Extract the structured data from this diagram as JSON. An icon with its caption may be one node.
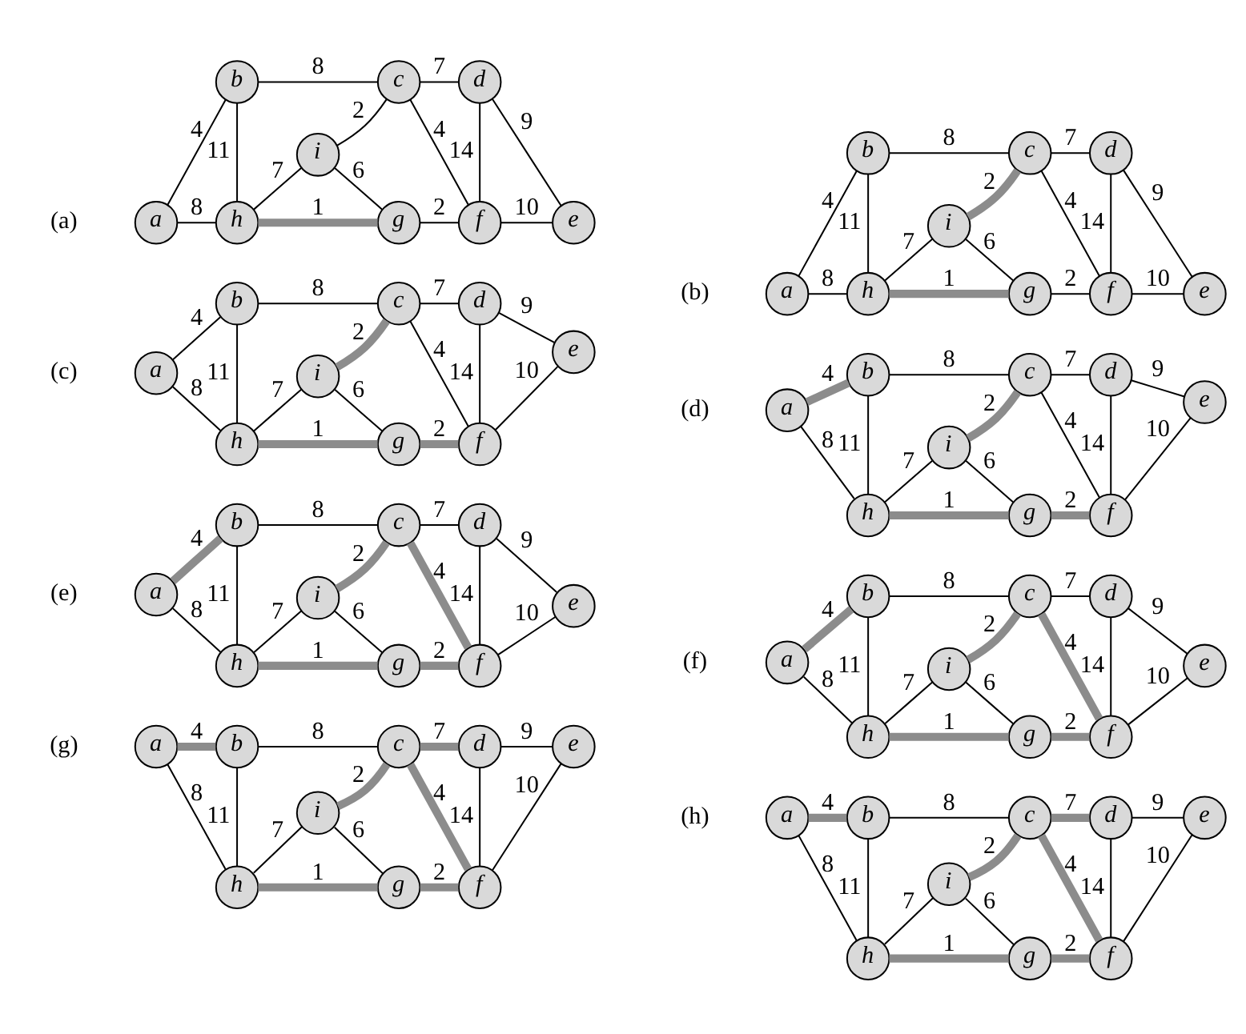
{
  "diagram": {
    "nodes": [
      {
        "text": [
          "a"
        ]
      },
      {
        "text": [
          "b"
        ]
      },
      {
        "text": [
          "c"
        ]
      },
      {
        "text": [
          "d"
        ]
      },
      {
        "text": [
          "e"
        ]
      },
      {
        "text": [
          "f"
        ]
      },
      {
        "text": [
          "g"
        ]
      },
      {
        "text": [
          "h"
        ]
      },
      {
        "text": [
          "i"
        ]
      },
      {
        "text": [
          "a"
        ]
      },
      {
        "text": [
          "b"
        ]
      },
      {
        "text": [
          "c"
        ]
      },
      {
        "text": [
          "d"
        ]
      },
      {
        "text": [
          "e"
        ]
      },
      {
        "text": [
          "f"
        ]
      },
      {
        "text": [
          "g"
        ]
      },
      {
        "text": [
          "h"
        ]
      },
      {
        "text": [
          "i"
        ]
      },
      {
        "text": [
          "a"
        ]
      },
      {
        "text": [
          "b"
        ]
      },
      {
        "text": [
          "c"
        ]
      },
      {
        "text": [
          "d"
        ]
      },
      {
        "text": [
          "e"
        ]
      },
      {
        "text": [
          "f"
        ]
      },
      {
        "text": [
          "g"
        ]
      },
      {
        "text": [
          "h"
        ]
      },
      {
        "text": [
          "i"
        ]
      },
      {
        "text": [
          "a"
        ]
      },
      {
        "text": [
          "b"
        ]
      },
      {
        "text": [
          "c"
        ]
      },
      {
        "text": [
          "d"
        ]
      },
      {
        "text": [
          "e"
        ]
      },
      {
        "text": [
          "f"
        ]
      },
      {
        "text": [
          "g"
        ]
      },
      {
        "text": [
          "h"
        ]
      },
      {
        "text": [
          "i"
        ]
      },
      {
        "text": [
          "a"
        ]
      },
      {
        "text": [
          "b"
        ]
      },
      {
        "text": [
          "c"
        ]
      },
      {
        "text": [
          "d"
        ]
      },
      {
        "text": [
          "e"
        ]
      },
      {
        "text": [
          "f"
        ]
      },
      {
        "text": [
          "g"
        ]
      },
      {
        "text": [
          "h"
        ]
      },
      {
        "text": [
          "i"
        ]
      },
      {
        "text": [
          "a"
        ]
      },
      {
        "text": [
          "b"
        ]
      },
      {
        "text": [
          "c"
        ]
      },
      {
        "text": [
          "d"
        ]
      },
      {
        "text": [
          "e"
        ]
      },
      {
        "text": [
          "f"
        ]
      },
      {
        "text": [
          "g"
        ]
      },
      {
        "text": [
          "h"
        ]
      },
      {
        "text": [
          "i"
        ]
      },
      {
        "text": [
          "a"
        ]
      },
      {
        "text": [
          "b"
        ]
      },
      {
        "text": [
          "c"
        ]
      },
      {
        "text": [
          "d"
        ]
      },
      {
        "text": [
          "e"
        ]
      },
      {
        "text": [
          "f"
        ]
      },
      {
        "text": [
          "g"
        ]
      },
      {
        "text": [
          "h"
        ]
      },
      {
        "text": [
          "i"
        ]
      },
      {
        "text": [
          "a"
        ]
      },
      {
        "text": [
          "b"
        ]
      },
      {
        "text": [
          "c"
        ]
      },
      {
        "text": [
          "d"
        ]
      },
      {
        "text": [
          "e"
        ]
      },
      {
        "text": [
          "f"
        ]
      },
      {
        "text": [
          "g"
        ]
      },
      {
        "text": [
          "h"
        ]
      },
      {
        "text": [
          "i"
        ]
      }
    ],
    "edges": [
      {
        "from": 0,
        "to": 1,
        "arrow": "none",
        "label": "4"
      },
      {
        "from": 1,
        "to": 2,
        "arrow": "none",
        "label": "8"
      },
      {
        "from": 2,
        "to": 3,
        "arrow": "none",
        "label": "7"
      },
      {
        "from": 3,
        "to": 4,
        "arrow": "none",
        "label": "9"
      },
      {
        "from": 0,
        "to": 7,
        "arrow": "none",
        "label": "8"
      },
      {
        "from": 1,
        "to": 7,
        "arrow": "none",
        "label": "11"
      },
      {
        "from": 8,
        "to": 2,
        "arrow": "none",
        "label": "2"
      },
      {
        "from": 2,
        "to": 5,
        "arrow": "none",
        "label": "4"
      },
      {
        "from": 3,
        "to": 5,
        "arrow": "none",
        "label": "14"
      },
      {
        "from": 7,
        "to": 8,
        "arrow": "none",
        "label": "7"
      },
      {
        "from": 8,
        "to": 6,
        "arrow": "none",
        "label": "6"
      },
      {
        "from": 7,
        "to": 6,
        "arrow": "none",
        "label": "1",
        "style": "thick",
        "color": "#8c8c8c"
      },
      {
        "from": 6,
        "to": 5,
        "arrow": "none",
        "label": "2"
      },
      {
        "from": 5,
        "to": 4,
        "arrow": "none",
        "label": "10"
      },
      {
        "from": 9,
        "to": 10,
        "arrow": "none",
        "label": "4"
      },
      {
        "from": 10,
        "to": 11,
        "arrow": "none",
        "label": "8"
      },
      {
        "from": 11,
        "to": 12,
        "arrow": "none",
        "label": "7"
      },
      {
        "from": 12,
        "to": 13,
        "arrow": "none",
        "label": "9"
      },
      {
        "from": 9,
        "to": 16,
        "arrow": "none",
        "label": "8"
      },
      {
        "from": 10,
        "to": 16,
        "arrow": "none",
        "label": "11"
      },
      {
        "from": 17,
        "to": 11,
        "arrow": "none",
        "label": "2",
        "style": "thick",
        "color": "#8c8c8c"
      },
      {
        "from": 11,
        "to": 14,
        "arrow": "none",
        "label": "4"
      },
      {
        "from": 12,
        "to": 14,
        "arrow": "none",
        "label": "14"
      },
      {
        "from": 16,
        "to": 17,
        "arrow": "none",
        "label": "7"
      },
      {
        "from": 17,
        "to": 15,
        "arrow": "none",
        "label": "6"
      },
      {
        "from": 16,
        "to": 15,
        "arrow": "none",
        "label": "1",
        "style": "thick",
        "color": "#8c8c8c"
      },
      {
        "from": 15,
        "to": 14,
        "arrow": "none",
        "label": "2"
      },
      {
        "from": 14,
        "to": 13,
        "arrow": "none",
        "label": "10"
      },
      {
        "from": 18,
        "to": 19,
        "arrow": "none",
        "label": "4"
      },
      {
        "from": 19,
        "to": 20,
        "arrow": "none",
        "label": "8"
      },
      {
        "from": 20,
        "to": 21,
        "arrow": "none",
        "label": "7"
      },
      {
        "from": 21,
        "to": 22,
        "arrow": "none",
        "label": "9"
      },
      {
        "from": 18,
        "to": 25,
        "arrow": "none",
        "label": "8"
      },
      {
        "from": 19,
        "to": 25,
        "arrow": "none",
        "label": "11"
      },
      {
        "from": 26,
        "to": 20,
        "arrow": "none",
        "label": "2",
        "style": "thick",
        "color": "#8c8c8c"
      },
      {
        "from": 20,
        "to": 23,
        "arrow": "none",
        "label": "4"
      },
      {
        "from": 21,
        "to": 23,
        "arrow": "none",
        "label": "14"
      },
      {
        "from": 25,
        "to": 26,
        "arrow": "none",
        "label": "7"
      },
      {
        "from": 26,
        "to": 24,
        "arrow": "none",
        "label": "6"
      },
      {
        "from": 25,
        "to": 24,
        "arrow": "none",
        "label": "1",
        "style": "thick",
        "color": "#8c8c8c"
      },
      {
        "from": 24,
        "to": 23,
        "arrow": "none",
        "label": "2",
        "style": "thick",
        "color": "#8c8c8c"
      },
      {
        "from": 23,
        "to": 22,
        "arrow": "none",
        "label": "10"
      },
      {
        "from": 27,
        "to": 28,
        "arrow": "none",
        "label": "4",
        "style": "thick",
        "color": "#8c8c8c"
      },
      {
        "from": 28,
        "to": 29,
        "arrow": "none",
        "label": "8"
      },
      {
        "from": 29,
        "to": 30,
        "arrow": "none",
        "label": "7"
      },
      {
        "from": 30,
        "to": 31,
        "arrow": "none",
        "label": "9"
      },
      {
        "from": 27,
        "to": 34,
        "arrow": "none",
        "label": "8"
      },
      {
        "from": 28,
        "to": 34,
        "arrow": "none",
        "label": "11"
      },
      {
        "from": 35,
        "to": 29,
        "arrow": "none",
        "label": "2",
        "style": "thick",
        "color": "#8c8c8c"
      },
      {
        "from": 29,
        "to": 32,
        "arrow": "none",
        "label": "4"
      },
      {
        "from": 30,
        "to": 32,
        "arrow": "none",
        "label": "14"
      },
      {
        "from": 34,
        "to": 35,
        "arrow": "none",
        "label": "7"
      },
      {
        "from": 35,
        "to": 33,
        "arrow": "none",
        "label": "6"
      },
      {
        "from": 34,
        "to": 33,
        "arrow": "none",
        "label": "1",
        "style": "thick",
        "color": "#8c8c8c"
      },
      {
        "from": 33,
        "to": 32,
        "arrow": "none",
        "label": "2",
        "style": "thick",
        "color": "#8c8c8c"
      },
      {
        "from": 32,
        "to": 31,
        "arrow": "none",
        "label": "10"
      },
      {
        "from": 36,
        "to": 37,
        "arrow": "none",
        "label": "4",
        "style": "thick",
        "color": "#8c8c8c"
      },
      {
        "from": 37,
        "to": 38,
        "arrow": "none",
        "label": "8"
      },
      {
        "from": 38,
        "to": 39,
        "arrow": "none",
        "label": "7"
      },
      {
        "from": 39,
        "to": 40,
        "arrow": "none",
        "label": "9"
      },
      {
        "from": 36,
        "to": 43,
        "arrow": "none",
        "label": "8"
      },
      {
        "from": 37,
        "to": 43,
        "arrow": "none",
        "label": "11"
      },
      {
        "from": 44,
        "to": 38,
        "arrow": "none",
        "label": "2",
        "style": "thick",
        "color": "#8c8c8c"
      },
      {
        "from": 38,
        "to": 41,
        "arrow": "none",
        "label": "4",
        "style": "thick",
        "color": "#8c8c8c"
      },
      {
        "from": 39,
        "to": 41,
        "arrow": "none",
        "label": "14"
      },
      {
        "from": 43,
        "to": 44,
        "arrow": "none",
        "label": "7"
      },
      {
        "from": 44,
        "to": 42,
        "arrow": "none",
        "label": "6"
      },
      {
        "from": 43,
        "to": 42,
        "arrow": "none",
        "label": "1",
        "style": "thick",
        "color": "#8c8c8c"
      },
      {
        "from": 42,
        "to": 41,
        "arrow": "none",
        "label": "2",
        "style": "thick",
        "color": "#8c8c8c"
      },
      {
        "from": 41,
        "to": 40,
        "arrow": "none",
        "label": "10"
      },
      {
        "from": 45,
        "to": 46,
        "arrow": "none",
        "label": "4",
        "style": "thick",
        "color": "#8c8c8c"
      },
      {
        "from": 46,
        "to": 47,
        "arrow": "none",
        "label": "8"
      },
      {
        "from": 47,
        "to": 48,
        "arrow": "none",
        "label": "7"
      },
      {
        "from": 48,
        "to": 49,
        "arrow": "none",
        "label": "9"
      },
      {
        "from": 45,
        "to": 52,
        "arrow": "none",
        "label": "8"
      },
      {
        "from": 46,
        "to": 52,
        "arrow": "none",
        "label": "11"
      },
      {
        "from": 53,
        "to": 47,
        "arrow": "none",
        "label": "2",
        "style": "thick",
        "color": "#8c8c8c"
      },
      {
        "from": 47,
        "to": 50,
        "arrow": "none",
        "label": "4",
        "style": "thick",
        "color": "#8c8c8c"
      },
      {
        "from": 48,
        "to": 50,
        "arrow": "none",
        "label": "14"
      },
      {
        "from": 52,
        "to": 53,
        "arrow": "none",
        "label": "7"
      },
      {
        "from": 53,
        "to": 51,
        "arrow": "none",
        "label": "6"
      },
      {
        "from": 52,
        "to": 51,
        "arrow": "none",
        "label": "1",
        "style": "thick",
        "color": "#8c8c8c"
      },
      {
        "from": 51,
        "to": 50,
        "arrow": "none",
        "label": "2",
        "style": "thick",
        "color": "#8c8c8c"
      },
      {
        "from": 50,
        "to": 49,
        "arrow": "none",
        "label": "10"
      },
      {
        "from": 54,
        "to": 55,
        "arrow": "none",
        "label": "4",
        "style": "thick",
        "color": "#8c8c8c"
      },
      {
        "from": 55,
        "to": 56,
        "arrow": "none",
        "label": "8"
      },
      {
        "from": 56,
        "to": 57,
        "arrow": "none",
        "label": "7",
        "style": "thick",
        "color": "#8c8c8c"
      },
      {
        "from": 57,
        "to": 58,
        "arrow": "none",
        "label": "9"
      },
      {
        "from": 54,
        "to": 61,
        "arrow": "none",
        "label": "8"
      },
      {
        "from": 55,
        "to": 61,
        "arrow": "none",
        "label": "11"
      },
      {
        "from": 62,
        "to": 56,
        "arrow": "none",
        "label": "2",
        "style": "thick",
        "color": "#8c8c8c"
      },
      {
        "from": 56,
        "to": 59,
        "arrow": "none",
        "label": "4",
        "style": "thick",
        "color": "#8c8c8c"
      },
      {
        "from": 57,
        "to": 59,
        "arrow": "none",
        "label": "14"
      },
      {
        "from": 61,
        "to": 62,
        "arrow": "none",
        "label": "7"
      },
      {
        "from": 62,
        "to": 60,
        "arrow": "none",
        "label": "6"
      },
      {
        "from": 61,
        "to": 60,
        "arrow": "none",
        "label": "1",
        "style": "thick",
        "color": "#8c8c8c"
      },
      {
        "from": 60,
        "to": 59,
        "arrow": "none",
        "label": "2",
        "style": "thick",
        "color": "#8c8c8c"
      },
      {
        "from": 59,
        "to": 58,
        "arrow": "none",
        "label": "10"
      },
      {
        "from": 63,
        "to": 64,
        "arrow": "none",
        "label": "4",
        "style": "thick",
        "color": "#8c8c8c"
      },
      {
        "from": 64,
        "to": 65,
        "arrow": "none",
        "label": "8"
      },
      {
        "from": 65,
        "to": 66,
        "arrow": "none",
        "label": "7",
        "style": "thick",
        "color": "#8c8c8c"
      },
      {
        "from": 66,
        "to": 67,
        "arrow": "none",
        "label": "9"
      },
      {
        "from": 63,
        "to": 70,
        "arrow": "none",
        "label": "8"
      },
      {
        "from": 64,
        "to": 70,
        "arrow": "none",
        "label": "11"
      },
      {
        "from": 71,
        "to": 65,
        "arrow": "none",
        "label": "2",
        "style": "thick",
        "color": "#8c8c8c"
      },
      {
        "from": 65,
        "to": 68,
        "arrow": "none",
        "label": "4",
        "style": "thick",
        "color": "#8c8c8c"
      },
      {
        "from": 66,
        "to": 68,
        "arrow": "none",
        "label": "14"
      },
      {
        "from": 70,
        "to": 71,
        "arrow": "none",
        "label": "7"
      },
      {
        "from": 71,
        "to": 69,
        "arrow": "none",
        "label": "6"
      },
      {
        "from": 70,
        "to": 69,
        "arrow": "none",
        "label": "1",
        "style": "thick",
        "color": "#8c8c8c"
      },
      {
        "from": 69,
        "to": 68,
        "arrow": "none",
        "label": "2",
        "style": "thick",
        "color": "#8c8c8c"
      },
      {
        "from": 68,
        "to": 67,
        "arrow": "none",
        "label": "10"
      }
    ],
    "labels": [
      "(a)",
      "(b)",
      "(c)",
      "(d)",
      "(e)",
      "(f)",
      "(g)",
      "(h)"
    ]
  }
}
